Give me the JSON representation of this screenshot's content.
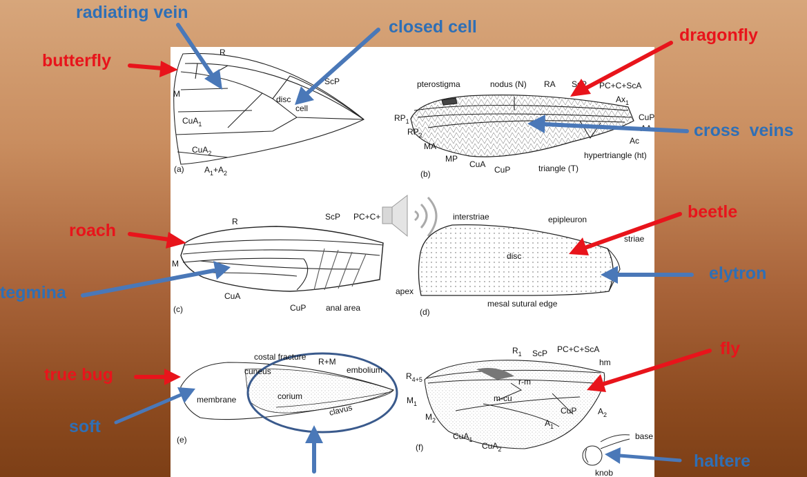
{
  "callouts": {
    "radiating_vein": "radiating vein",
    "closed_cell": "closed cell",
    "butterfly": "butterfly",
    "dragonfly": "dragonfly",
    "cross_veins": "cross  veins",
    "roach": "roach",
    "beetle": "beetle",
    "tegmina": "tegmina",
    "elytron": "elytron",
    "true_bug": "true bug",
    "fly": "fly",
    "soft": "soft",
    "haltere": "haltere"
  },
  "colors": {
    "red": "#e8141b",
    "blue": "#2f6fb5"
  },
  "speaker_icon": "speaker-volume-icon",
  "panels": {
    "a": {
      "tag": "(a)",
      "R": "R",
      "ScP": "ScP",
      "M": "M",
      "disc": "disc",
      "cell": "cell",
      "CuA1": "CuA",
      "CuA1_sub": "1",
      "CuA2": "CuA",
      "CuA2_sub": "2",
      "A": "A",
      "A_sub1": "1",
      "A_plus": "+A",
      "A_sub2": "2"
    },
    "b": {
      "tag": "(b)",
      "pterostigma": "pterostigma",
      "nodus": "nodus (N)",
      "RA": "RA",
      "ScP": "ScP",
      "pc": "PC+C+ScA",
      "Ax": "Ax",
      "Ax_sub": "1",
      "RP1": "RP",
      "RP1_sub": "1",
      "RP2": "RP",
      "RP2_sub": "2",
      "MA": "MA",
      "MP": "MP",
      "CuA": "CuA",
      "CuP": "CuP",
      "CuP2": "CuP",
      "AA": "AA",
      "Ac": "Ac",
      "hypertriangle": "hypertriangle (ht)",
      "triangle": "triangle (T)"
    },
    "c": {
      "tag": "(c)",
      "R": "R",
      "ScP": "ScP",
      "pc": "PC+C+",
      "M": "M",
      "CuA": "CuA",
      "CuP": "CuP",
      "anal": "anal area"
    },
    "d": {
      "tag": "(d)",
      "interstriae": "interstriae",
      "epipleuron": "epipleuron",
      "striae": "striae",
      "disc": "disc",
      "apex": "apex",
      "mesal": "mesal sutural edge"
    },
    "e": {
      "tag": "(e)",
      "costal": "costal fracture",
      "cuneus": "cuneus",
      "RM": "R+M",
      "embolium": "embolium",
      "corium": "corium",
      "membrane": "membrane",
      "clavus": "clavus"
    },
    "f": {
      "tag": "(f)",
      "R1": "R",
      "R1_sub": "1",
      "ScP": "ScP",
      "pc": "PC+C+ScA",
      "hm": "hm",
      "R45": "R",
      "R45_sub": "4+5",
      "rm": "r-m",
      "mcu": "m-cu",
      "M1": "M",
      "M1_sub": "1",
      "M2": "M",
      "M2_sub": "2",
      "CuP": "CuP",
      "A2": "A",
      "A2_sub": "2",
      "A1": "A",
      "A1_sub": "1",
      "CuA1": "CuA",
      "CuA1_sub": "1",
      "CuA2": "CuA",
      "CuA2_sub": "2",
      "base": "base",
      "knob": "knob"
    }
  }
}
